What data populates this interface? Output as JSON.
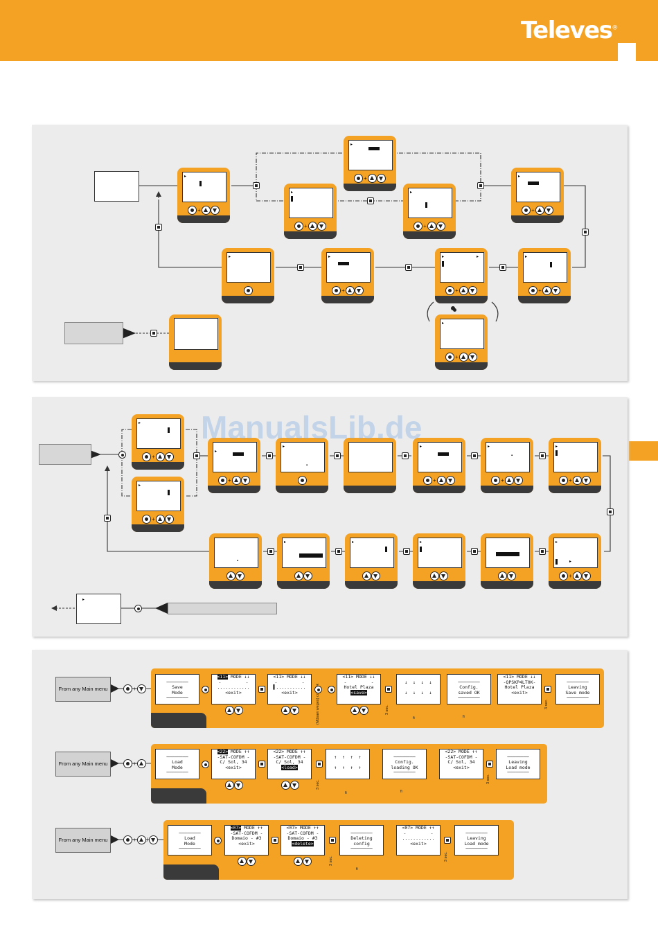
{
  "header": {
    "brand": "Televes",
    "brand_mark": "®",
    "color": "#f4a223"
  },
  "watermark": "ManualsLib.de",
  "colors": {
    "orange": "#f4a223",
    "dark": "#3a3a3a",
    "panel": "#ececec"
  },
  "icons": [
    "center-button-icon",
    "up-arrow-button-icon",
    "down-arrow-button-icon",
    "connector-square-icon"
  ],
  "procedures": {
    "save": {
      "from_label": "From any Main menu",
      "screens": [
        {
          "name": "save-mode",
          "lines": [
            "Save",
            "Mode"
          ]
        },
        {
          "name": "slot-select",
          "lines": [
            "<11> MODE ↓↓",
            "-         -",
            "............",
            "<exit>"
          ],
          "selected": "<11>"
        },
        {
          "name": "name-edit",
          "lines": [
            "<11> MODE ↓↓",
            "-         -",
            "▌...........",
            "<exit>"
          ]
        },
        {
          "name": "name-done",
          "lines": [
            "<11> MODE ↓↓",
            "-         -",
            "Hotel Plaza",
            "<save>"
          ],
          "selected": "<save>"
        },
        {
          "name": "arrows",
          "lines": [
            "↓  ↓  ↓  ↓",
            "↓  ↓  ↓  ↓"
          ]
        },
        {
          "name": "saved",
          "lines": [
            "Config.",
            "saved OK"
          ]
        },
        {
          "name": "summary",
          "lines": [
            "<11> MODE ↓↓",
            "-QPSKP4LT0K-",
            "Hotel Plaza",
            "<exit>"
          ]
        },
        {
          "name": "leaving",
          "lines": [
            "Leaving",
            "Save mode"
          ]
        }
      ],
      "side_note": "(Mdsaw weges) cotonok",
      "delay": "3 sec."
    },
    "load": {
      "from_label": "From any Main menu",
      "screens": [
        {
          "name": "load-mode",
          "lines": [
            "Load",
            "Mode"
          ]
        },
        {
          "name": "slot-select",
          "lines": [
            "<22> MODE ↑↑",
            "-SAT-COFDM -",
            "C/ Sol, 34",
            "<exit>"
          ],
          "selected": "<22>"
        },
        {
          "name": "confirm-load",
          "lines": [
            "<22> MODE ↑↑",
            "-SAT-COFDM -",
            "C/ Sol, 34",
            "<load>"
          ],
          "selected": "<load>"
        },
        {
          "name": "arrows",
          "lines": [
            "↑  ↑  ↑  ↑",
            "↑  ↑  ↑  ↑"
          ]
        },
        {
          "name": "loaded",
          "lines": [
            "Config.",
            "loading OK"
          ]
        },
        {
          "name": "summary",
          "lines": [
            "<22> MODE ↑↑",
            "-SAT-COFDM -",
            "C/ Sol, 34",
            "<exit>"
          ]
        },
        {
          "name": "leaving",
          "lines": [
            "Leaving",
            "Load mode"
          ]
        }
      ],
      "delay": "3 sec."
    },
    "delete": {
      "from_label": "From any Main menu",
      "screens": [
        {
          "name": "load-mode",
          "lines": [
            "Load",
            "Mode"
          ]
        },
        {
          "name": "slot-select",
          "lines": [
            "<07> MODE ↑↑",
            "-SAT-COFDM -",
            "Domaio - #3",
            "<exit>"
          ],
          "selected": "<07>"
        },
        {
          "name": "confirm-delete",
          "lines": [
            "<07> MODE ↑↑",
            "-SAT-COFDM -",
            "Domaio - #3",
            "<delete>"
          ],
          "selected": "<delete>"
        },
        {
          "name": "deleting",
          "lines": [
            "Deleting",
            "config"
          ]
        },
        {
          "name": "empty-slot",
          "lines": [
            "<07> MODE ↑↑",
            "-         -",
            "............",
            "<exit>"
          ]
        },
        {
          "name": "leaving",
          "lines": [
            "Leaving",
            "Load mode"
          ]
        }
      ],
      "delay": "3 sec."
    }
  },
  "footnote_mark": "fi"
}
